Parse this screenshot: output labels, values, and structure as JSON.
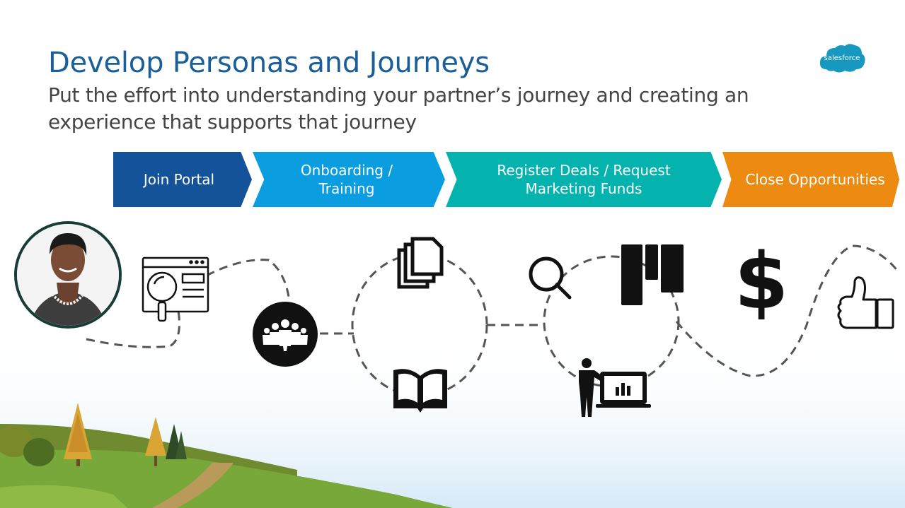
{
  "header": {
    "title": "Develop Personas and Journeys",
    "subtitle": "Put the effort into understanding your partner’s journey and creating an experience that supports that journey"
  },
  "logo": {
    "text": "salesforce"
  },
  "stages": [
    {
      "label": "Join Portal"
    },
    {
      "label": "Onboarding / Training"
    },
    {
      "label": "Register Deals / Request Marketing Funds"
    },
    {
      "label": "Close Opportunities"
    }
  ],
  "colors": {
    "title": "#1b5f99",
    "stage_join": "#14539a",
    "stage_onboarding": "#0a9ee0",
    "stage_register": "#05b3ae",
    "stage_close": "#ec8a11",
    "path": "#555555",
    "icon": "#111111"
  },
  "icons": [
    "avatar",
    "web-search-icon",
    "community-icon",
    "documents-icon",
    "book-icon",
    "search-icon",
    "kanban-board-icon",
    "presentation-icon",
    "dollar-icon",
    "thumbs-up-icon"
  ]
}
